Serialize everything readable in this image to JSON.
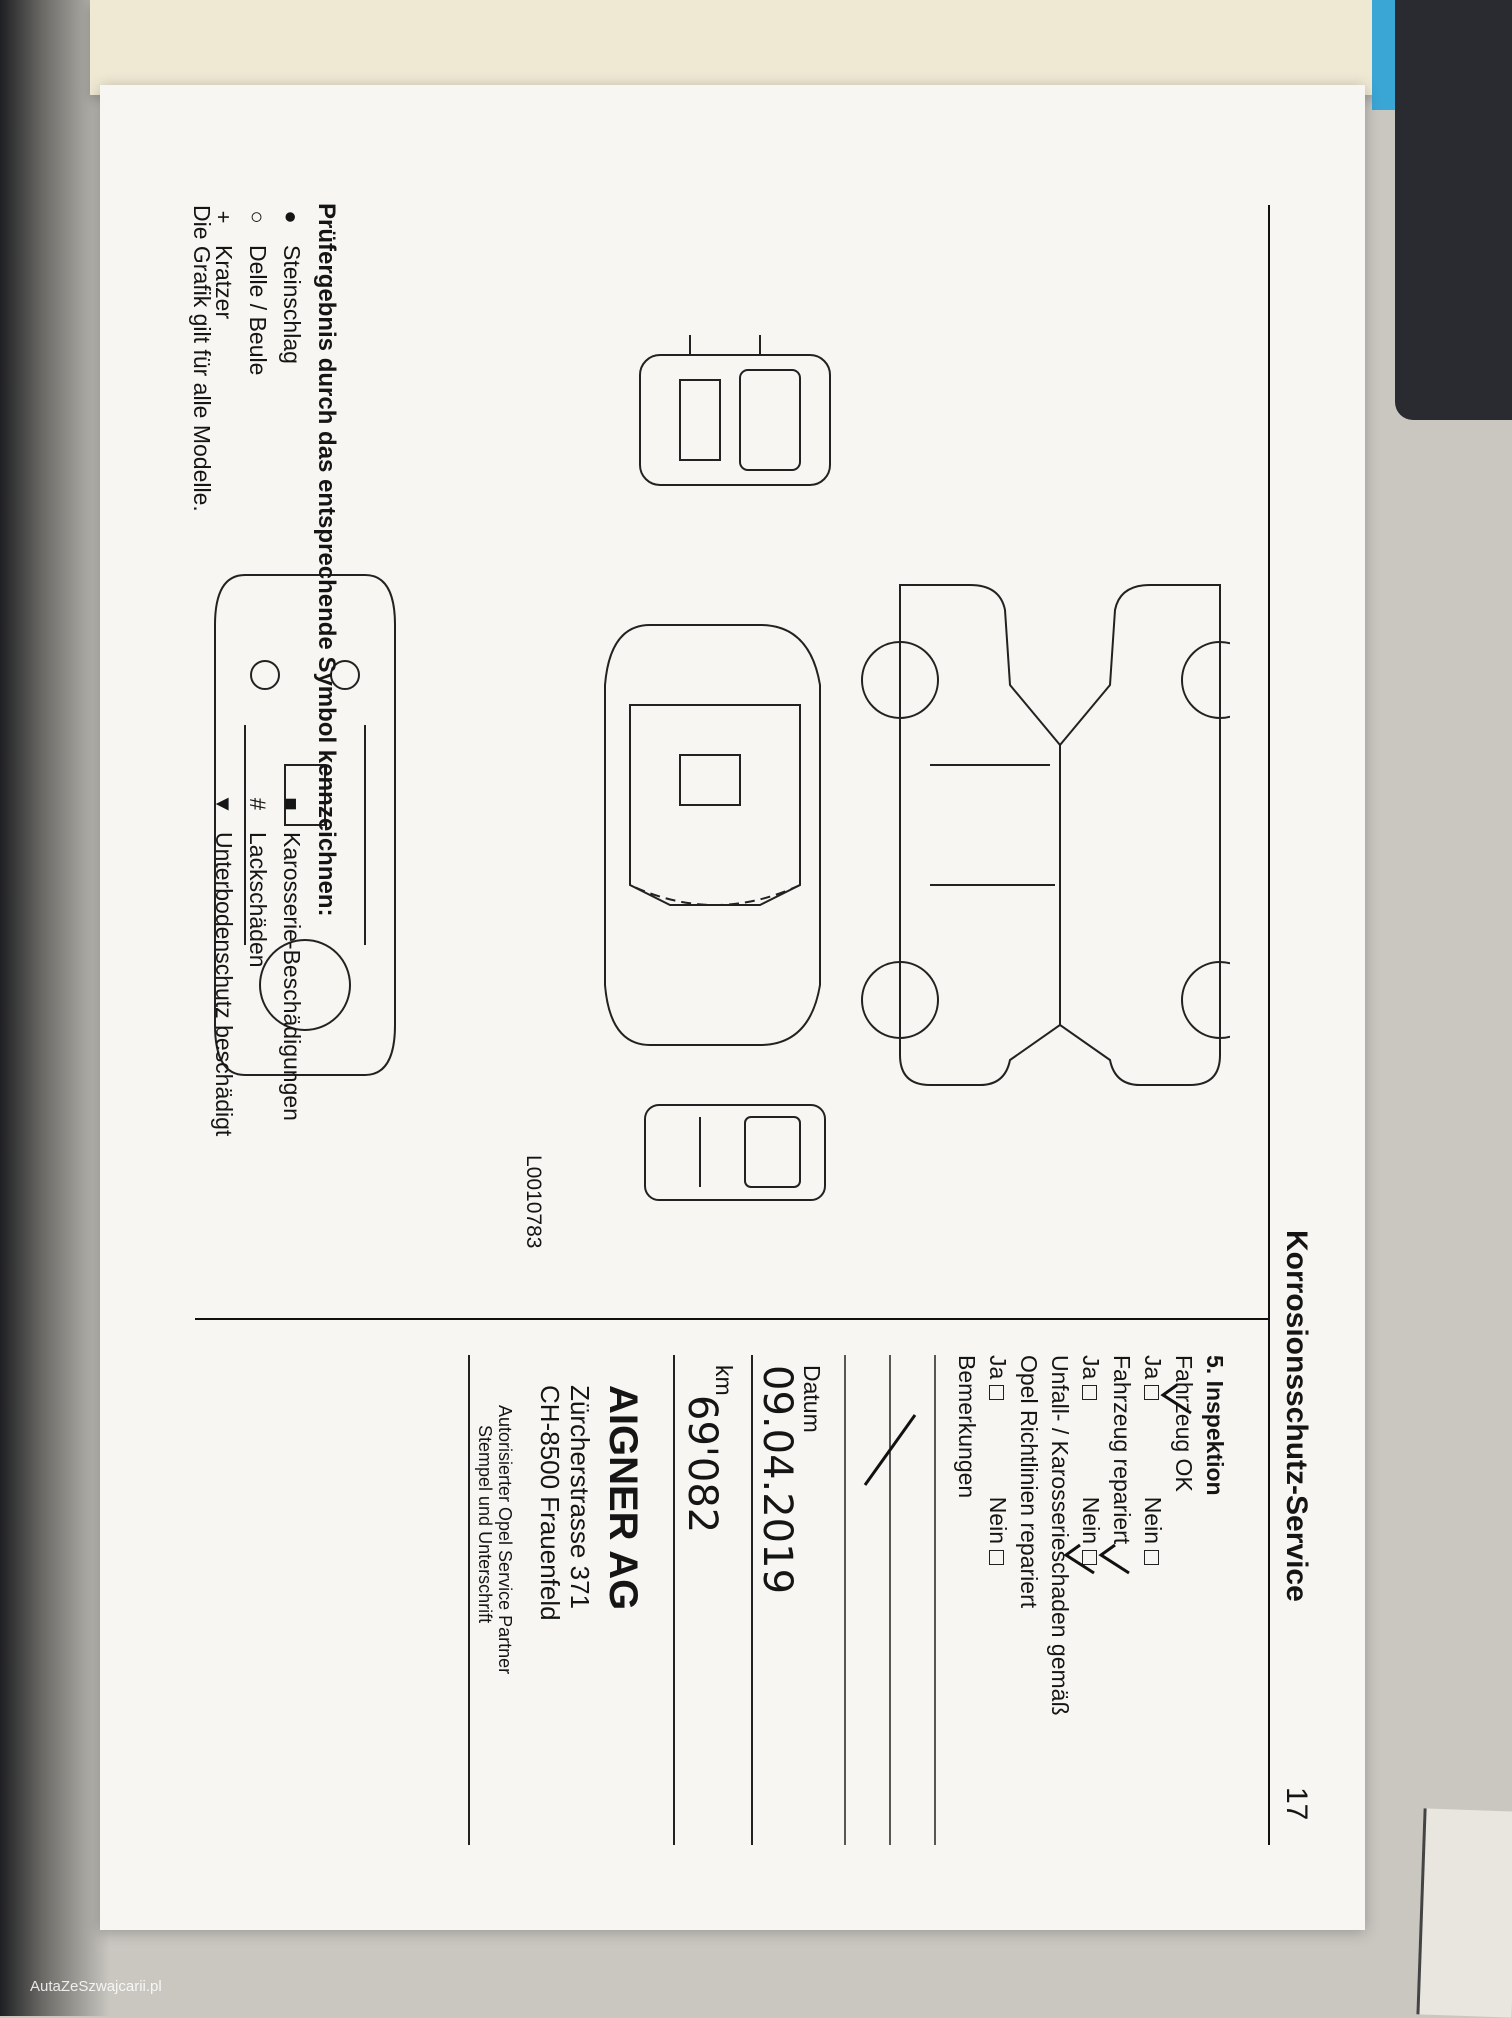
{
  "page": {
    "header_title": "Korrosionsschutz-Service",
    "page_number": "17",
    "intro": "Die Grafik gilt für alle Modelle.",
    "figure_code": "L0010783"
  },
  "legend": {
    "title": "Prüfergebnis durch das entsprechende Symbol kennzeichnen:",
    "items": [
      {
        "symbol": "●",
        "label": "Steinschlag"
      },
      {
        "symbol": "○",
        "label": "Delle / Beule"
      },
      {
        "symbol": "+",
        "label": "Kratzer"
      },
      {
        "symbol": "■",
        "label": "Karosserie-Beschädigungen"
      },
      {
        "symbol": "#",
        "label": "Lackschäden"
      },
      {
        "symbol": "▼",
        "label": "Unterbodenschutz beschädigt"
      }
    ]
  },
  "form": {
    "heading": "5. Inspektion",
    "q1": "Fahrzeug OK",
    "q2": "Fahrzeug repariert",
    "q3a": "Unfall- / Karosserieschaden gemäß",
    "q3b": "Opel Richtlinien repariert",
    "yes": "Ja",
    "no": "Nein",
    "remarks": "Bemerkungen",
    "datum_label": "Datum",
    "km_label": "km",
    "partner_line1": "Autorisierter Opel Service Partner",
    "partner_line2": "Stempel und Unterschrift"
  },
  "handwriting": {
    "date": "09.04.2019",
    "km": "69'082",
    "stamp_name": "AIGNER AG",
    "stamp_street": "Zürcherstrasse 371",
    "stamp_city": "CH-8500 Frauenfeld"
  },
  "watermark": "AutaZeSzwajcarii.pl"
}
